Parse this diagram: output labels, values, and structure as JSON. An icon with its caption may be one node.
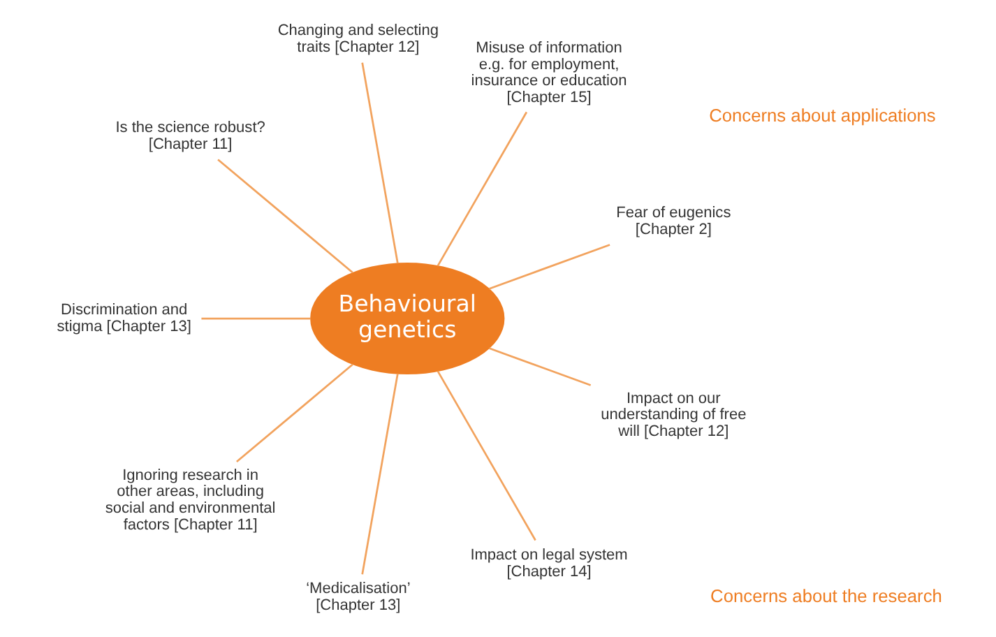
{
  "diagram": {
    "nodes": [
      {
        "text": [
          "Behavioural genetics"
        ]
      },
      {
        "text": [
          "Fear of eugenics [Chapter 2]"
        ]
      },
      {
        "text": [
          "Misuse of information e.g. for employment, insurance or education [Chapter 15]"
        ]
      },
      {
        "text": [
          "Changing and selecting traits [Chapter 12]"
        ]
      },
      {
        "text": [
          "Is the science robust? [Chapter 11]"
        ]
      },
      {
        "text": [
          "Discrimination and stigma [Chapter 13]"
        ]
      },
      {
        "text": [
          "Ignoring research in other areas, including social and environmental factors [Chapter 11]"
        ]
      },
      {
        "text": [
          "‘Medicalisation’ [Chapter 13]"
        ]
      },
      {
        "text": [
          "Impact on legal system [Chapter 14]"
        ]
      },
      {
        "text": [
          "Impact on our understanding of free will [Chapter 12]"
        ]
      }
    ],
    "edges": [
      {
        "from": 0,
        "to": 1,
        "arrow": "none"
      },
      {
        "from": 0,
        "to": 2,
        "arrow": "none"
      },
      {
        "from": 0,
        "to": 3,
        "arrow": "none"
      },
      {
        "from": 0,
        "to": 4,
        "arrow": "none"
      },
      {
        "from": 0,
        "to": 5,
        "arrow": "none"
      },
      {
        "from": 0,
        "to": 6,
        "arrow": "none"
      },
      {
        "from": 0,
        "to": 7,
        "arrow": "none"
      },
      {
        "from": 0,
        "to": 8,
        "arrow": "none"
      },
      {
        "from": 0,
        "to": 9,
        "arrow": "none"
      }
    ],
    "labels": [
      "Concerns about applications",
      "Concerns about the research"
    ]
  }
}
